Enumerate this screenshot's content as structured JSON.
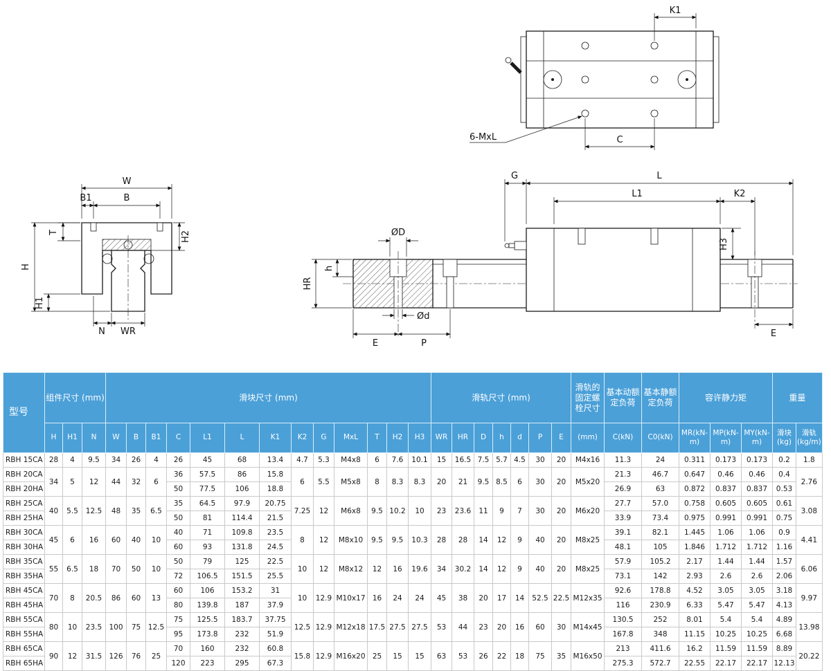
{
  "colors": {
    "header_blue": "#4ba0d8",
    "header_text": "#ffffff",
    "grid_line": "#c9c9c9",
    "drawing_line": "#1a1a1a"
  },
  "diagrams": {
    "front": {
      "W": "W",
      "B1": "B1",
      "B": "B",
      "T": "T",
      "H2": "H2",
      "H": "H",
      "H1": "H1",
      "N": "N",
      "WR": "WR"
    },
    "top": {
      "K1": "K1",
      "six_mxl": "6-MxL",
      "C": "C"
    },
    "side": {
      "G": "G",
      "L": "L",
      "L1": "L1",
      "K2": "K2",
      "H3": "H3",
      "HR": "HR",
      "h": "h",
      "OD": "ØD",
      "Od": "Ød",
      "E_left": "E",
      "P": "P",
      "E_right": "E"
    }
  },
  "table": {
    "group_headers": [
      {
        "label": "型号",
        "colspan": 1,
        "rowspan": 2
      },
      {
        "label": "组件尺寸 (mm)",
        "colspan": 3,
        "rowspan": 1
      },
      {
        "label": "滑块尺寸 (mm)",
        "colspan": 13,
        "rowspan": 1
      },
      {
        "label": "滑轨尺寸 (mm)",
        "colspan": 7,
        "rowspan": 1
      },
      {
        "label": "滑轨的固定螺栓尺寸",
        "colspan": 1,
        "rowspan": 1
      },
      {
        "label": "基本动额定负荷",
        "colspan": 1,
        "rowspan": 1
      },
      {
        "label": "基本静额定负荷",
        "colspan": 1,
        "rowspan": 1
      },
      {
        "label": "容许静力矩",
        "colspan": 3,
        "rowspan": 1
      },
      {
        "label": "重量",
        "colspan": 2,
        "rowspan": 1
      }
    ],
    "sub_headers": [
      "H",
      "H1",
      "N",
      "W",
      "B",
      "B1",
      "C",
      "L1",
      "L",
      "K1",
      "K2",
      "G",
      "MxL",
      "T",
      "H2",
      "H3",
      "WR",
      "HR",
      "D",
      "h",
      "d",
      "P",
      "E",
      "(mm)",
      "C(kN)",
      "C0(kN)",
      "MR(kN-m)",
      "MP(kN-m)",
      "MY(kN-m)",
      "滑块(kg)",
      "滑轨(kg/m)"
    ],
    "groups": [
      {
        "models": [
          "RBH 15CA"
        ],
        "shared": {
          "H": "28",
          "H1": "4",
          "N": "9.5",
          "W": "34",
          "B": "26",
          "B1": "4",
          "K2": "4.7",
          "G": "5.3",
          "MxL": "M4x8",
          "T": "6",
          "H2": "7.6",
          "H3": "10.1",
          "WR": "15",
          "HR": "16.5",
          "D": "7.5",
          "h": "5.7",
          "d": "4.5",
          "P": "30",
          "E": "20",
          "bolt": "M4x16",
          "rail_kg": "1.8"
        },
        "rows": [
          {
            "C": "26",
            "L1": "45",
            "L": "68",
            "K1": "13.4",
            "C_kN": "11.3",
            "C0_kN": "24",
            "MR": "0.311",
            "MP": "0.173",
            "MY": "0.173",
            "block_kg": "0.2"
          }
        ]
      },
      {
        "models": [
          "RBH 20CA",
          "RBH 20HA"
        ],
        "shared": {
          "H": "34",
          "H1": "5",
          "N": "12",
          "W": "44",
          "B": "32",
          "B1": "6",
          "K2": "6",
          "G": "5.5",
          "MxL": "M5x8",
          "T": "8",
          "H2": "8.3",
          "H3": "8.3",
          "WR": "20",
          "HR": "21",
          "D": "9.5",
          "h": "8.5",
          "d": "6",
          "P": "30",
          "E": "20",
          "bolt": "M5x20",
          "rail_kg": "2.76"
        },
        "rows": [
          {
            "C": "36",
            "L1": "57.5",
            "L": "86",
            "K1": "15.8",
            "C_kN": "21.3",
            "C0_kN": "46.7",
            "MR": "0.647",
            "MP": "0.46",
            "MY": "0.46",
            "block_kg": "0.4"
          },
          {
            "C": "50",
            "L1": "77.5",
            "L": "106",
            "K1": "18.8",
            "C_kN": "26.9",
            "C0_kN": "63",
            "MR": "0.872",
            "MP": "0.837",
            "MY": "0.837",
            "block_kg": "0.53"
          }
        ]
      },
      {
        "models": [
          "RBH 25CA",
          "RBH 25HA"
        ],
        "shared": {
          "H": "40",
          "H1": "5.5",
          "N": "12.5",
          "W": "48",
          "B": "35",
          "B1": "6.5",
          "K2": "7.25",
          "G": "12",
          "MxL": "M6x8",
          "T": "9.5",
          "H2": "10.2",
          "H3": "10",
          "WR": "23",
          "HR": "23.6",
          "D": "11",
          "h": "9",
          "d": "7",
          "P": "30",
          "E": "20",
          "bolt": "M6x20",
          "rail_kg": "3.08"
        },
        "rows": [
          {
            "C": "35",
            "L1": "64.5",
            "L": "97.9",
            "K1": "20.75",
            "C_kN": "27.7",
            "C0_kN": "57.0",
            "MR": "0.758",
            "MP": "0.605",
            "MY": "0.605",
            "block_kg": "0.61"
          },
          {
            "C": "50",
            "L1": "81",
            "L": "114.4",
            "K1": "21.5",
            "C_kN": "33.9",
            "C0_kN": "73.4",
            "MR": "0.975",
            "MP": "0.991",
            "MY": "0.991",
            "block_kg": "0.75"
          }
        ]
      },
      {
        "models": [
          "RBH 30CA",
          "RBH 30HA"
        ],
        "shared": {
          "H": "45",
          "H1": "6",
          "N": "16",
          "W": "60",
          "B": "40",
          "B1": "10",
          "K2": "8",
          "G": "12",
          "MxL": "M8x10",
          "T": "9.5",
          "H2": "9.5",
          "H3": "10.3",
          "WR": "28",
          "HR": "28",
          "D": "14",
          "h": "12",
          "d": "9",
          "P": "40",
          "E": "20",
          "bolt": "M8x25",
          "rail_kg": "4.41"
        },
        "rows": [
          {
            "C": "40",
            "L1": "71",
            "L": "109.8",
            "K1": "23.5",
            "C_kN": "39.1",
            "C0_kN": "82.1",
            "MR": "1.445",
            "MP": "1.06",
            "MY": "1.06",
            "block_kg": "0.9"
          },
          {
            "C": "60",
            "L1": "93",
            "L": "131.8",
            "K1": "24.5",
            "C_kN": "48.1",
            "C0_kN": "105",
            "MR": "1.846",
            "MP": "1.712",
            "MY": "1.712",
            "block_kg": "1.16"
          }
        ]
      },
      {
        "models": [
          "RBH 35CA",
          "RBH 35HA"
        ],
        "shared": {
          "H": "55",
          "H1": "6.5",
          "N": "18",
          "W": "70",
          "B": "50",
          "B1": "10",
          "K2": "10",
          "G": "12",
          "MxL": "M8x12",
          "T": "12",
          "H2": "16",
          "H3": "19.6",
          "WR": "34",
          "HR": "30.2",
          "D": "14",
          "h": "12",
          "d": "9",
          "P": "40",
          "E": "20",
          "bolt": "M8x25",
          "rail_kg": "6.06"
        },
        "rows": [
          {
            "C": "50",
            "L1": "79",
            "L": "125",
            "K1": "22.5",
            "C_kN": "57.9",
            "C0_kN": "105.2",
            "MR": "2.17",
            "MP": "1.44",
            "MY": "1.44",
            "block_kg": "1.57"
          },
          {
            "C": "72",
            "L1": "106.5",
            "L": "151.5",
            "K1": "25.5",
            "C_kN": "73.1",
            "C0_kN": "142",
            "MR": "2.93",
            "MP": "2.6",
            "MY": "2.6",
            "block_kg": "2.06"
          }
        ]
      },
      {
        "models": [
          "RBH 45CA",
          "RBH 45HA"
        ],
        "shared": {
          "H": "70",
          "H1": "8",
          "N": "20.5",
          "W": "86",
          "B": "60",
          "B1": "13",
          "K2": "10",
          "G": "12.9",
          "MxL": "M10x17",
          "T": "16",
          "H2": "24",
          "H3": "24",
          "WR": "45",
          "HR": "38",
          "D": "20",
          "h": "17",
          "d": "14",
          "P": "52.5",
          "E": "22.5",
          "bolt": "M12x35",
          "rail_kg": "9.97"
        },
        "rows": [
          {
            "C": "60",
            "L1": "106",
            "L": "153.2",
            "K1": "31",
            "C_kN": "92.6",
            "C0_kN": "178.8",
            "MR": "4.52",
            "MP": "3.05",
            "MY": "3.05",
            "block_kg": "3.18"
          },
          {
            "C": "80",
            "L1": "139.8",
            "L": "187",
            "K1": "37.9",
            "C_kN": "116",
            "C0_kN": "230.9",
            "MR": "6.33",
            "MP": "5.47",
            "MY": "5.47",
            "block_kg": "4.13"
          }
        ]
      },
      {
        "models": [
          "RBH 55CA",
          "RBH 55HA"
        ],
        "shared": {
          "H": "80",
          "H1": "10",
          "N": "23.5",
          "W": "100",
          "B": "75",
          "B1": "12.5",
          "K2": "12.5",
          "G": "12.9",
          "MxL": "M12x18",
          "T": "17.5",
          "H2": "27.5",
          "H3": "27.5",
          "WR": "53",
          "HR": "44",
          "D": "23",
          "h": "20",
          "d": "16",
          "P": "60",
          "E": "30",
          "bolt": "M14x45",
          "rail_kg": "13.98"
        },
        "rows": [
          {
            "C": "75",
            "L1": "125.5",
            "L": "183.7",
            "K1": "37.75",
            "C_kN": "130.5",
            "C0_kN": "252",
            "MR": "8.01",
            "MP": "5.4",
            "MY": "5.4",
            "block_kg": "4.89"
          },
          {
            "C": "95",
            "L1": "173.8",
            "L": "232",
            "K1": "51.9",
            "C_kN": "167.8",
            "C0_kN": "348",
            "MR": "11.15",
            "MP": "10.25",
            "MY": "10.25",
            "block_kg": "6.68"
          }
        ]
      },
      {
        "models": [
          "RBH 65CA",
          "RBH 65HA"
        ],
        "shared": {
          "H": "90",
          "H1": "12",
          "N": "31.5",
          "W": "126",
          "B": "76",
          "B1": "25",
          "K2": "15.8",
          "G": "12.9",
          "MxL": "M16x20",
          "T": "25",
          "H2": "15",
          "H3": "15",
          "WR": "63",
          "HR": "53",
          "D": "26",
          "h": "22",
          "d": "18",
          "P": "75",
          "E": "35",
          "bolt": "M16x50",
          "rail_kg": "20.22"
        },
        "rows": [
          {
            "C": "70",
            "L1": "160",
            "L": "232",
            "K1": "60.8",
            "C_kN": "213",
            "C0_kN": "411.6",
            "MR": "16.2",
            "MP": "11.59",
            "MY": "11.59",
            "block_kg": "8.89"
          },
          {
            "C": "120",
            "L1": "223",
            "L": "295",
            "K1": "67.3",
            "C_kN": "275.3",
            "C0_kN": "572.7",
            "MR": "22.55",
            "MP": "22.17",
            "MY": "22.17",
            "block_kg": "12.13"
          }
        ]
      }
    ]
  }
}
